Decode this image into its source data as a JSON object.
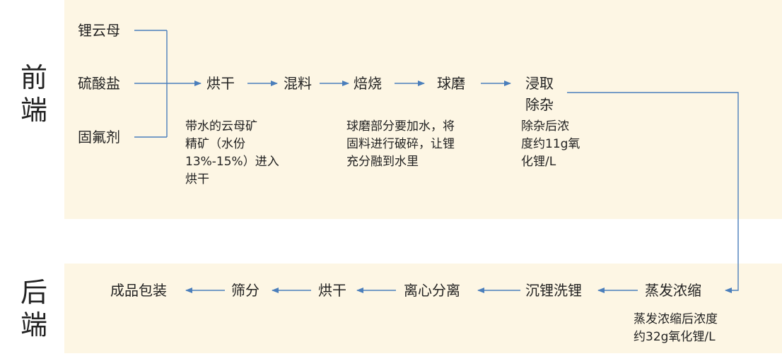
{
  "colors": {
    "panel": "#fdf6e4",
    "line": "#4a7ebb",
    "text": "#222222"
  },
  "front": {
    "side_label_1": "前",
    "side_label_2": "端",
    "inputs": [
      "锂云母",
      "硫酸盐",
      "固氟剂"
    ],
    "steps": [
      "烘干",
      "混料",
      "焙烧",
      "球磨"
    ],
    "leach_1": "浸取",
    "leach_2": "除杂",
    "notes": {
      "dry": [
        "带水的云母矿",
        "精矿（水份",
        "13%-15%）进入",
        "烘干"
      ],
      "mill": [
        "球磨部分要加水，将",
        "固料进行破碎，让锂",
        "充分融到水里"
      ],
      "leach": [
        "除杂后浓",
        "度约11g氧",
        "化锂/L"
      ]
    }
  },
  "back": {
    "side_label_1": "后",
    "side_label_2": "端",
    "steps": [
      "蒸发浓缩",
      "沉锂洗锂",
      "离心分离",
      "烘干",
      "筛分",
      "成品包装"
    ],
    "note": [
      "蒸发浓缩后浓度",
      "约32g氧化锂/L"
    ]
  }
}
